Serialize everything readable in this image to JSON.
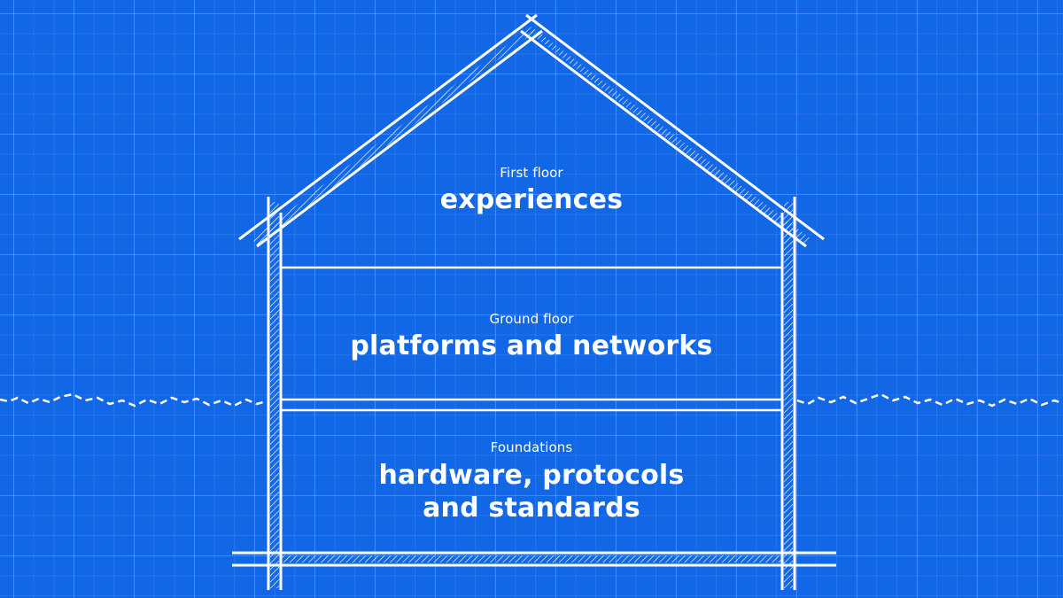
{
  "colors": {
    "background": "#1167e6",
    "lines": "#ffffff",
    "grid": "#4d8df0"
  },
  "floors": {
    "first": {
      "caption": "First floor",
      "title": "experiences"
    },
    "ground": {
      "caption": "Ground floor",
      "title": "platforms and networks"
    },
    "foundations": {
      "caption": "Foundations",
      "title_line1": "hardware, protocols",
      "title_line2": "and standards"
    }
  }
}
